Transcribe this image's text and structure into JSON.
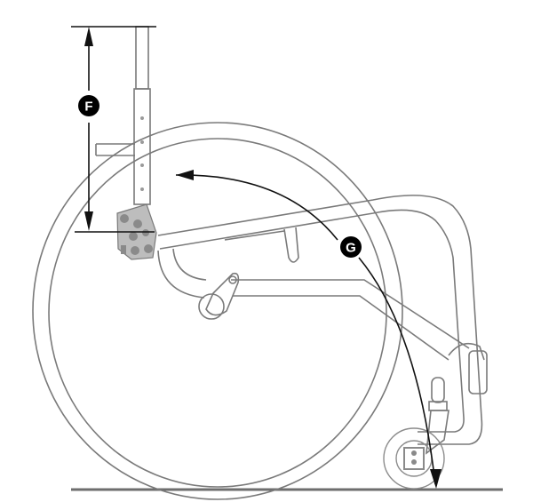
{
  "diagram": {
    "subject": "wheelchair side view",
    "labels": [
      {
        "id": "F",
        "text": "F",
        "description": "backrest height dimension"
      },
      {
        "id": "G",
        "text": "G",
        "description": "arc dimension from backrest to front caster at ground"
      }
    ],
    "colors": {
      "line_art": "#7a7a7a",
      "dimension_lines": "#111111",
      "label_badge": "#000000",
      "label_text": "#ffffff",
      "ground": "#6e6e6e",
      "background": "#ffffff"
    }
  }
}
